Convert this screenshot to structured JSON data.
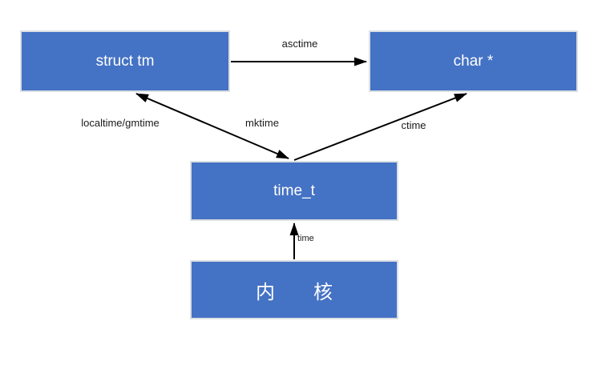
{
  "colors": {
    "node_fill": "#4472c4",
    "node_border": "#dcdfe4",
    "node_text": "#ffffff",
    "edge_line": "#000000",
    "edge_label_text": "#1a1a1a",
    "background": "#ffffff"
  },
  "nodes": {
    "struct_tm": {
      "label": "struct tm"
    },
    "char_ptr": {
      "label": "char *"
    },
    "time_t": {
      "label": "time_t"
    },
    "kernel": {
      "label": "内　　核"
    }
  },
  "edges": {
    "asctime": {
      "label": "asctime",
      "from": "struct_tm",
      "to": "char_ptr",
      "direction": "one-way"
    },
    "localtime_gmtime": {
      "label": "localtime/gmtime",
      "from": "time_t",
      "to": "struct_tm",
      "direction": "two-way-shared-line"
    },
    "mktime": {
      "label": "mktime",
      "from": "struct_tm",
      "to": "time_t",
      "direction": "two-way-shared-line"
    },
    "ctime": {
      "label": "ctime",
      "from": "time_t",
      "to": "char_ptr",
      "direction": "one-way"
    },
    "time": {
      "label": "time",
      "from": "kernel",
      "to": "time_t",
      "direction": "one-way"
    }
  }
}
